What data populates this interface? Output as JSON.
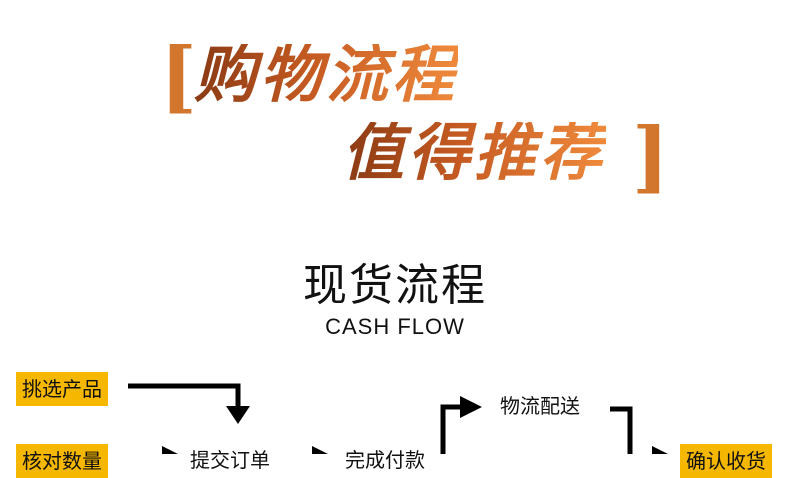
{
  "banner": {
    "bracket_left": "[",
    "line1": "购物流程",
    "line2": "值得推荐",
    "bracket_right": "]"
  },
  "section": {
    "title": "现货流程",
    "subtitle": "CASH FLOW"
  },
  "flow": {
    "pick_product": "挑选产品",
    "confirm_qty": "核对数量",
    "submit_order": "提交订单",
    "complete_payment": "完成付款",
    "logistics": "物流配送",
    "confirm_receipt": "确认收货"
  },
  "colors": {
    "accent_box": "#f5b700",
    "headline_start": "#8a3a14",
    "headline_end": "#ef8a3c"
  }
}
